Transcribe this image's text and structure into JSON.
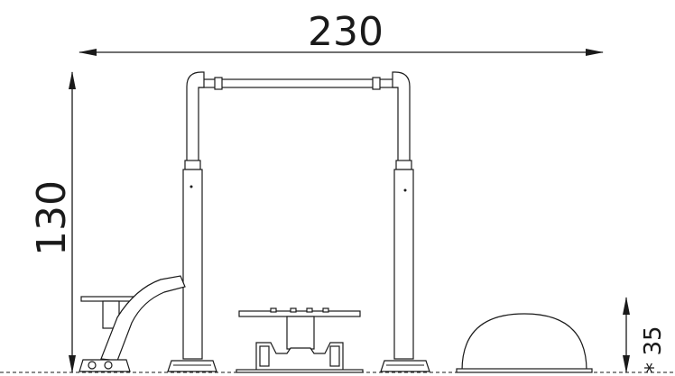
{
  "dimensions": {
    "width_label": "230",
    "height_label": "130",
    "depth_label": "35",
    "depth_prefix": "*"
  },
  "colors": {
    "line": "#1a1a1a",
    "background": "#ffffff",
    "dashed": "#1a1a1a"
  }
}
